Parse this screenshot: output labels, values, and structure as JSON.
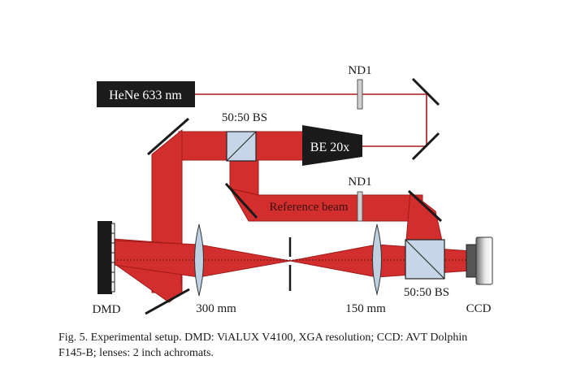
{
  "labels": {
    "laser": "HeNe  633 nm",
    "nd1_top": "ND1",
    "bs_top": "50:50 BS",
    "beam_expander": "BE 20x",
    "nd1_ref": "ND1",
    "reference_beam": "Reference beam",
    "dmd": "DMD",
    "lens_300": "300 mm",
    "lens_150": "150 mm",
    "bs_bottom": "50:50 BS",
    "ccd": "CCD"
  },
  "caption": {
    "line1": "Fig. 5. Experimental setup. DMD: ViALUX V4100, XGA resolution; CCD: AVT Dolphin",
    "line2": "F145-B; lenses: 2 inch achromats."
  },
  "colors": {
    "beam": "#d32e2e",
    "beam_edge": "#a01a1a",
    "laser_line": "#b01818",
    "component_dark": "#1a1a1a",
    "lens_fill": "#bfd0e2",
    "cube_fill": "#c6d6e8"
  }
}
